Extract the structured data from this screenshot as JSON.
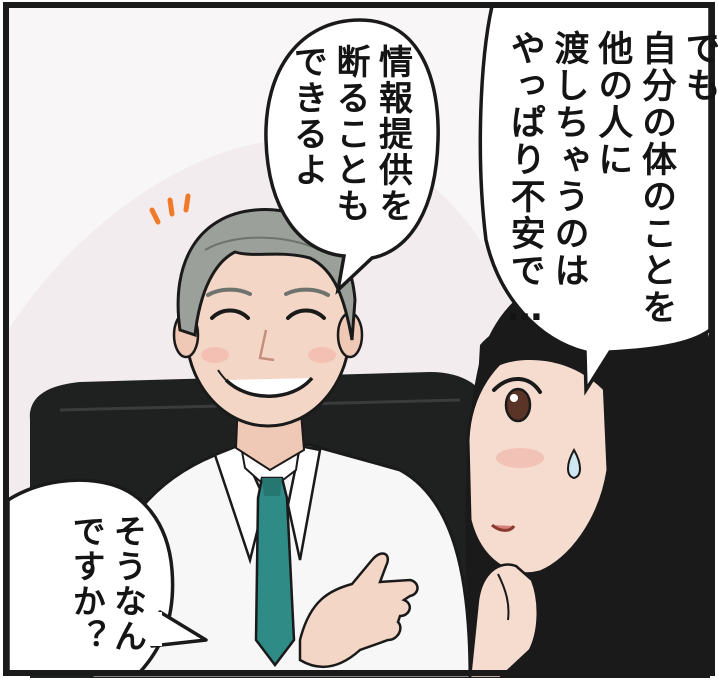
{
  "speech": {
    "woman_main": "でも\n自分の体のことを\n他の人に\n渡しちゃうのは\nやっぱり不安で…",
    "doctor": "情報提供を\n断ることも\nできるよ",
    "woman_reply": "そうなん\nですか？"
  },
  "colors": {
    "frame": "#1a1a1a",
    "background": "#ffffff",
    "bg_shadow": "#ede8ea",
    "hair_dark": "#1a1a1a",
    "doctor_hair": "#9ca09b",
    "skin": "#f4d6c6",
    "lab_coat": "#f7f7f7",
    "tie": "#2e8b86",
    "chair": "#1f2020",
    "accent_marks": "#f07a2a"
  }
}
